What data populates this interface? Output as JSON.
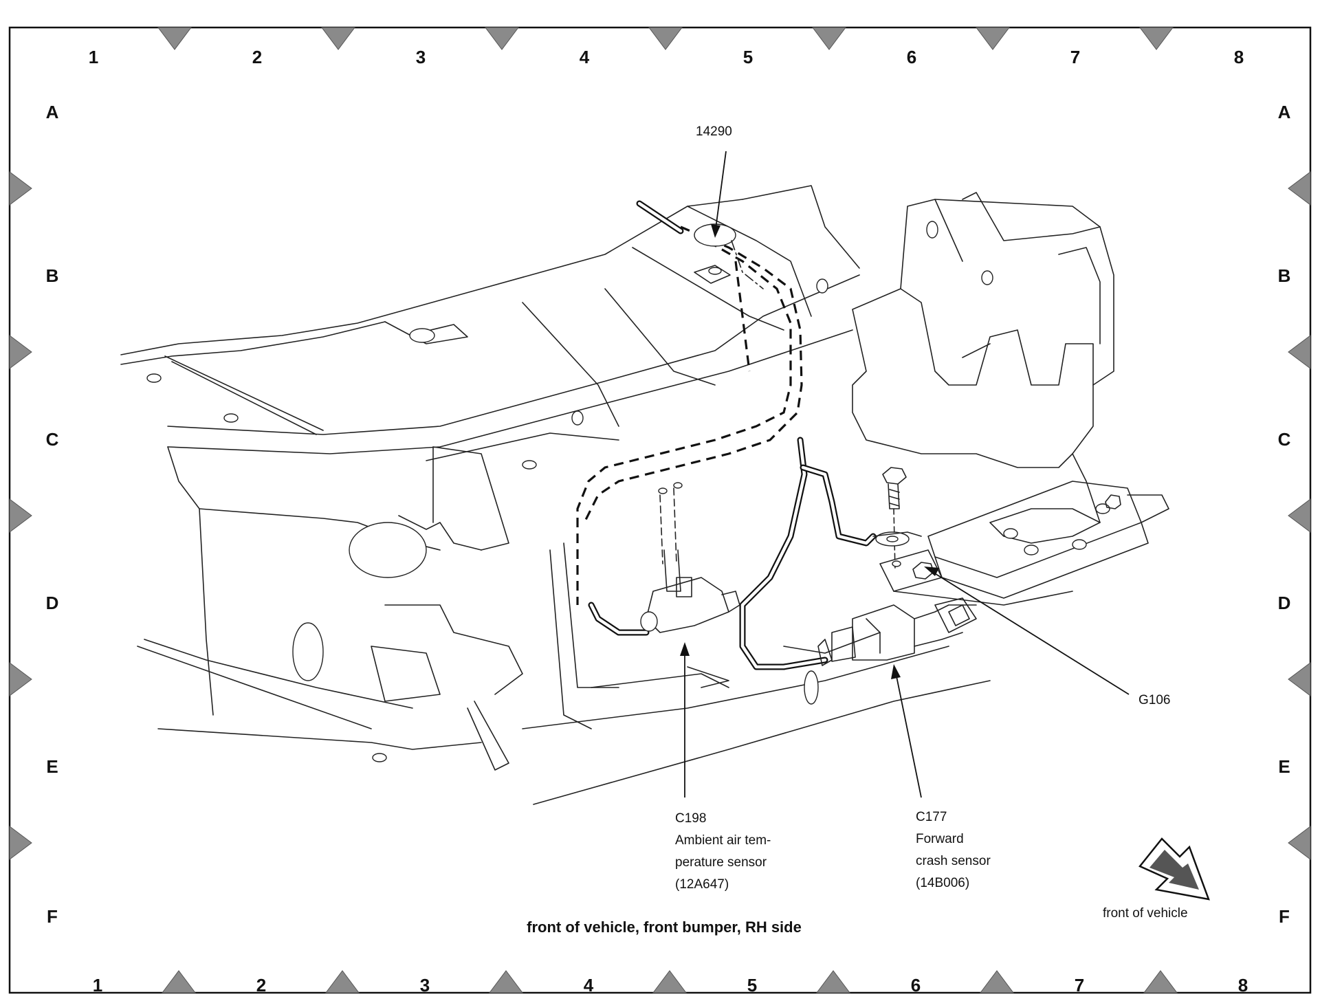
{
  "grid": {
    "columns": [
      "1",
      "2",
      "3",
      "4",
      "5",
      "6",
      "7",
      "8"
    ],
    "rows": [
      "A",
      "B",
      "C",
      "D",
      "E",
      "F"
    ]
  },
  "callouts": {
    "part_14290": "14290",
    "g106": "G106",
    "c198": {
      "code": "C198",
      "line1": "Ambient air tem-",
      "line2": "perature sensor",
      "line3": "(12A647)"
    },
    "c177": {
      "code": "C177",
      "line1": "Forward",
      "line2": "crash sensor",
      "line3": "(14B006)"
    }
  },
  "caption": "front of vehicle, front bumper, RH side",
  "direction_label": "front of vehicle",
  "colors": {
    "line": "#222222",
    "marker": "#8a8a8a",
    "background": "#ffffff"
  }
}
